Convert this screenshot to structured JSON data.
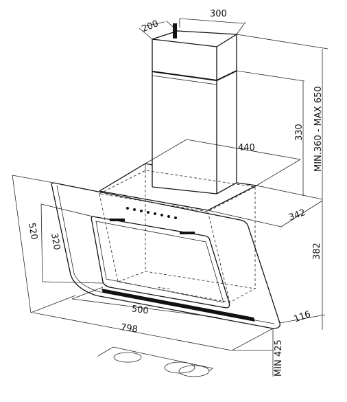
{
  "dimensions": {
    "chimney_depth": "200",
    "chimney_width": "300",
    "chimney_upper_height": "330",
    "height_range": "MIN.360 - MAX 650",
    "chimney_base_width": "440",
    "base_depth": "342",
    "glass_height": "382",
    "glass_side": "520",
    "inner_panel_side": "320",
    "inner_panel_width": "500",
    "hood_width": "798",
    "lower_depth": "116",
    "min_clearance": "MIN 425"
  },
  "colors": {
    "line": "#111111",
    "background": "#ffffff"
  }
}
